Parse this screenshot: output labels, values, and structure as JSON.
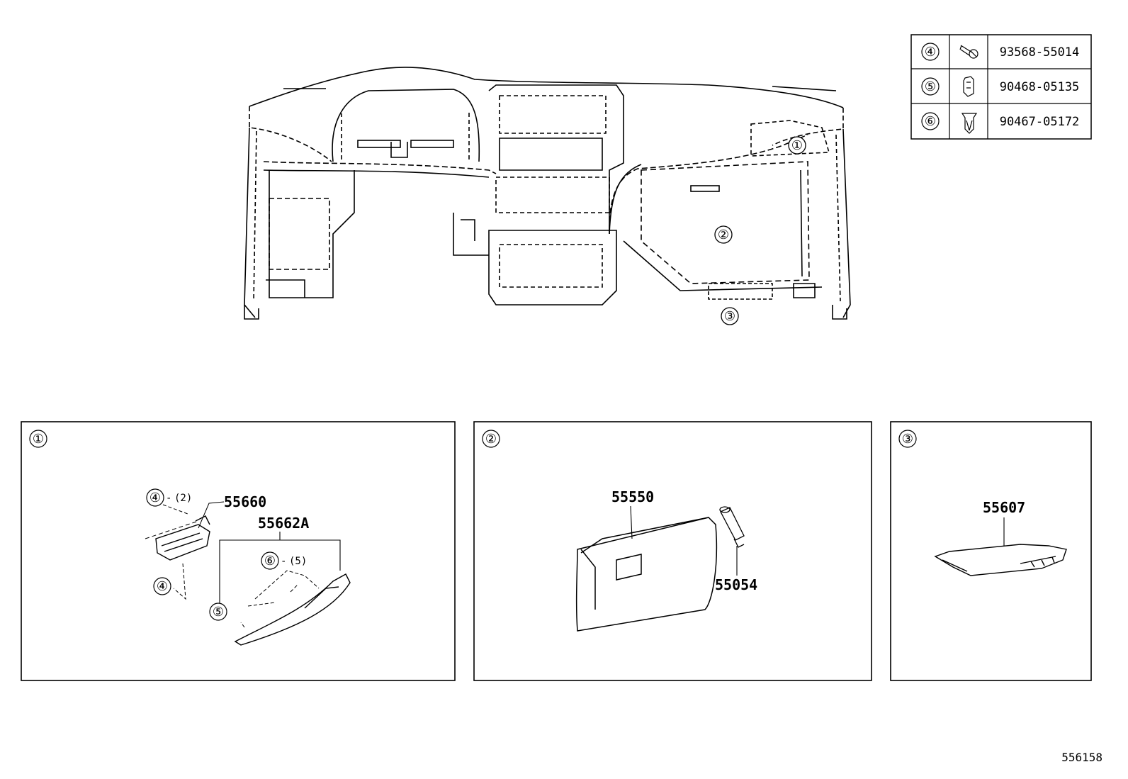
{
  "legend_table": {
    "rows": [
      {
        "ref": "④",
        "icon": "bolt-icon",
        "part_no": "93568-55014"
      },
      {
        "ref": "⑤",
        "icon": "clip-icon",
        "part_no": "90468-05135"
      },
      {
        "ref": "⑥",
        "icon": "clip-fastener-icon",
        "part_no": "90467-05172"
      }
    ]
  },
  "overview": {
    "callouts": [
      "①",
      "②",
      "③"
    ]
  },
  "panel1": {
    "ref": "①",
    "labels": {
      "p55660": "55660",
      "p55662a": "55662A",
      "ref4_top": "④",
      "qty4": "(2)",
      "ref4_bottom": "④",
      "ref6": "⑥",
      "qty6": "(5)",
      "ref5": "⑤"
    }
  },
  "panel2": {
    "ref": "②",
    "labels": {
      "p55550": "55550",
      "p55054": "55054"
    }
  },
  "panel3": {
    "ref": "③",
    "labels": {
      "p55607": "55607"
    }
  },
  "footer": {
    "diagram_id": "556158"
  }
}
